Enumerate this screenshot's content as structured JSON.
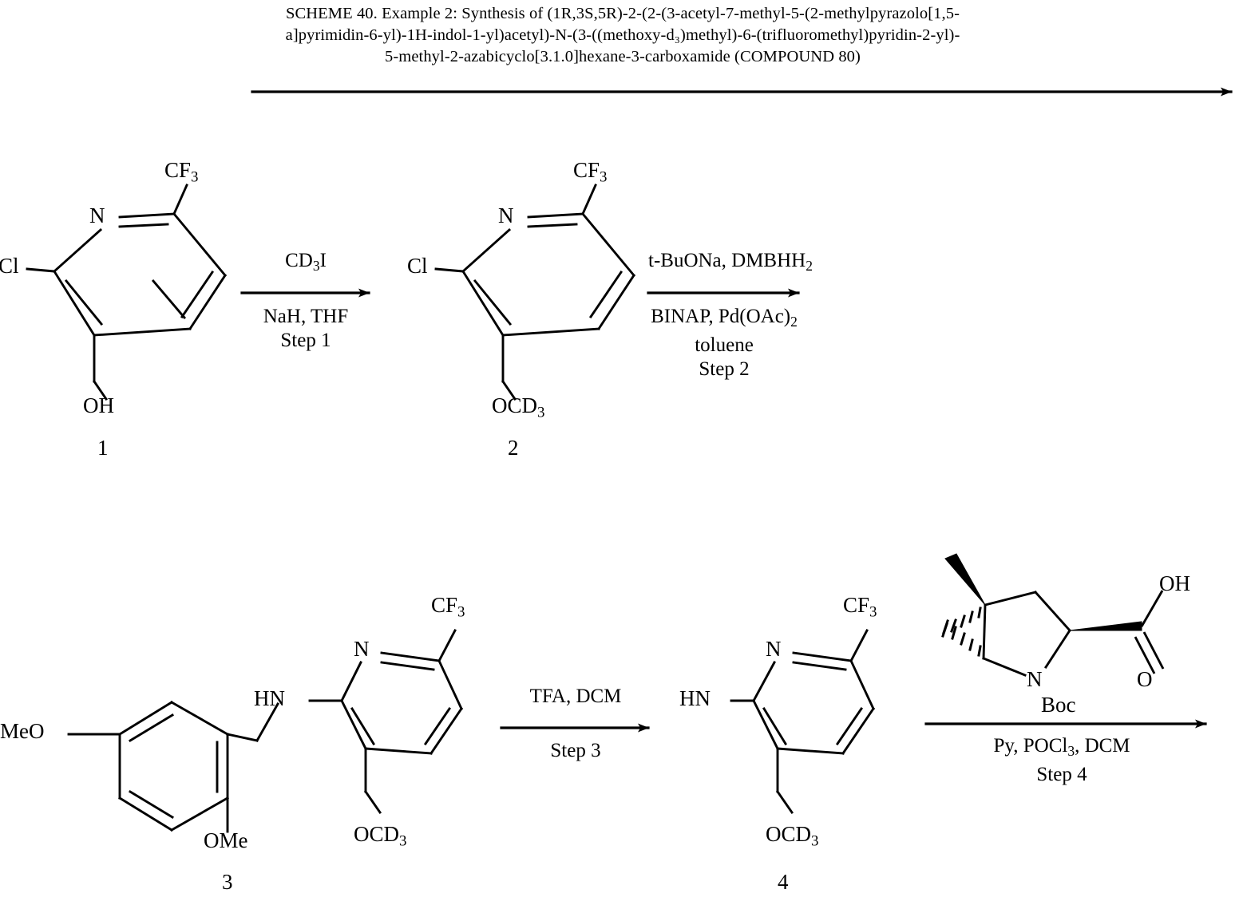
{
  "scheme": {
    "title_lines": [
      "SCHEME 40. Example 2: Synthesis of (1R,3S,5R)-2-(2-(3-acetyl-7-methyl-5-(2-methylpyrazolo[1,5-",
      "a]pyrimidin-6-yl)-1H-indol-1-yl)acetyl)-N-(3-((methoxy-d₃)methyl)-6-(trifluoromethyl)pyridin-2-yl)-",
      "5-methyl-2-azabicyclo[3.1.0]hexane-3-carboxamide (COMPOUND 80)"
    ],
    "title_plain": "SCHEME 40. Example 2: Synthesis of (1R,3S,5R)-2-(2-(3-acetyl-7-methyl-5-(2-methylpyrazolo[1,5-a]pyrimidin-6-yl)-1H-indol-1-yl)acetyl)-N-(3-((methoxy-d3)methyl)-6-(trifluoromethyl)pyridin-2-yl)-5-methyl-2-azabicyclo[3.1.0]hexane-3-carboxamide (COMPOUND 80)"
  },
  "compound_1": {
    "number": "1",
    "labels": {
      "ring_nitrogen": "N",
      "chloro": "Cl",
      "trifluoromethyl": "CF",
      "trifluoromethyl_sub": "3",
      "hydroxyl": "OH"
    }
  },
  "compound_2": {
    "number": "2",
    "labels": {
      "ring_nitrogen": "N",
      "chloro": "Cl",
      "trifluoromethyl": "CF",
      "trifluoromethyl_sub": "3",
      "methoxy_d3": "OCD",
      "methoxy_d3_sub": "3"
    }
  },
  "compound_3": {
    "number": "3",
    "labels": {
      "ring_nitrogen": "N",
      "amine": "HN",
      "methoxy_left": "MeO",
      "methoxy_bottom": "OMe",
      "trifluoromethyl": "CF",
      "trifluoromethyl_sub": "3",
      "methoxy_d3": "OCD",
      "methoxy_d3_sub": "3"
    }
  },
  "compound_4": {
    "number": "4",
    "labels": {
      "ring_nitrogen": "N",
      "amine": "HN",
      "trifluoromethyl": "CF",
      "trifluoromethyl_sub": "3",
      "methoxy_d3": "OCD",
      "methoxy_d3_sub": "3"
    }
  },
  "reagent_bicyclic": {
    "labels": {
      "ring_nitrogen": "N",
      "boc": "Boc",
      "hydroxyl": "OH",
      "carbonyl_oxygen": "O"
    }
  },
  "step_1": {
    "above_1": "CD",
    "above_1_sub": "3",
    "above_1_tail": "I",
    "below_1": "NaH, THF",
    "below_2": "Step 1"
  },
  "step_2": {
    "above_1": "t-BuONa, DMBHH",
    "above_1_sub": "2",
    "below_1": "BINAP, Pd(OAc)",
    "below_1_sub": "2",
    "below_2": "toluene",
    "below_3": "Step 2"
  },
  "step_3": {
    "above_1": "TFA, DCM",
    "below_1": "Step 3"
  },
  "step_4": {
    "below_1": "Py, POCl",
    "below_1_sub": "3",
    "below_1_tail": ", DCM",
    "below_2": "Step 4"
  },
  "colors": {
    "ink": "#000000",
    "background": "#ffffff"
  }
}
